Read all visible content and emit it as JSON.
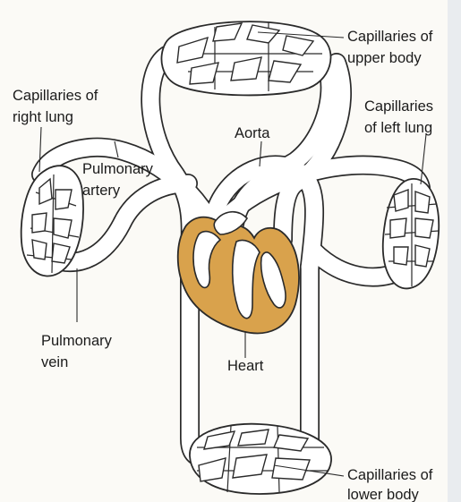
{
  "labels": {
    "upper_body": [
      "Capillaries of",
      "upper body"
    ],
    "right_lung": [
      "Capillaries of",
      "right lung"
    ],
    "left_lung": [
      "Capillaries",
      "of left lung"
    ],
    "aorta": "Aorta",
    "pulmonary_artery": [
      "Pulmonary",
      "artery"
    ],
    "pulmonary_vein": [
      "Pulmonary",
      "vein"
    ],
    "heart": "Heart",
    "lower_body": [
      "Capillaries of",
      "lower body"
    ]
  },
  "colors": {
    "heart_muscle": "#d9a24c",
    "outline": "#2a2a2a",
    "vessel_fill": "#ffffff",
    "background": "#fbfaf6"
  }
}
